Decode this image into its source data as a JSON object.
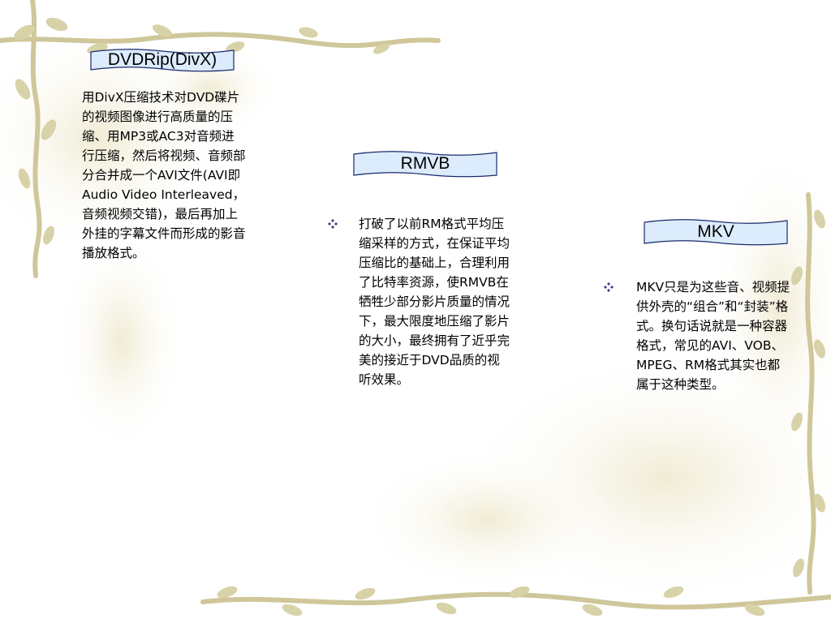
{
  "sections": [
    {
      "title": "DVDRip(DivX)",
      "bullet": false,
      "text": "用DivX压缩技术对DVD碟片的视频图像进行高质量的压缩、用MP3或AC3对音频进行压缩，然后将视频、音频部分合并成一个AVI文件(AVI即Audio Video Interleaved，音频视频交错)，最后再加上外挂的字幕文件而形成的影音播放格式。"
    },
    {
      "title": "RMVB",
      "bullet": true,
      "text": "打破了以前RM格式平均压缩采样的方式，在保证平均压缩比的基础上，合理利用了比特率资源，使RMVB在牺牲少部分影片质量的情况下，最大限度地压缩了影片的大小，最终拥有了近乎完美的接近于DVD品质的视听效果。"
    },
    {
      "title": "MKV",
      "bullet": true,
      "text": "MKV只是为这些音、视频提供外壳的“组合”和“封装”格式。换句话说就是一种容器格式，常见的AVI、VOB、MPEG、RM格式其实也都属于这种类型。"
    }
  ],
  "colors": {
    "banner_fill": "#dcecfc",
    "banner_stroke": "#1a2a6c",
    "bullet": "#3a3a8a",
    "vine": "#cfcba0"
  }
}
